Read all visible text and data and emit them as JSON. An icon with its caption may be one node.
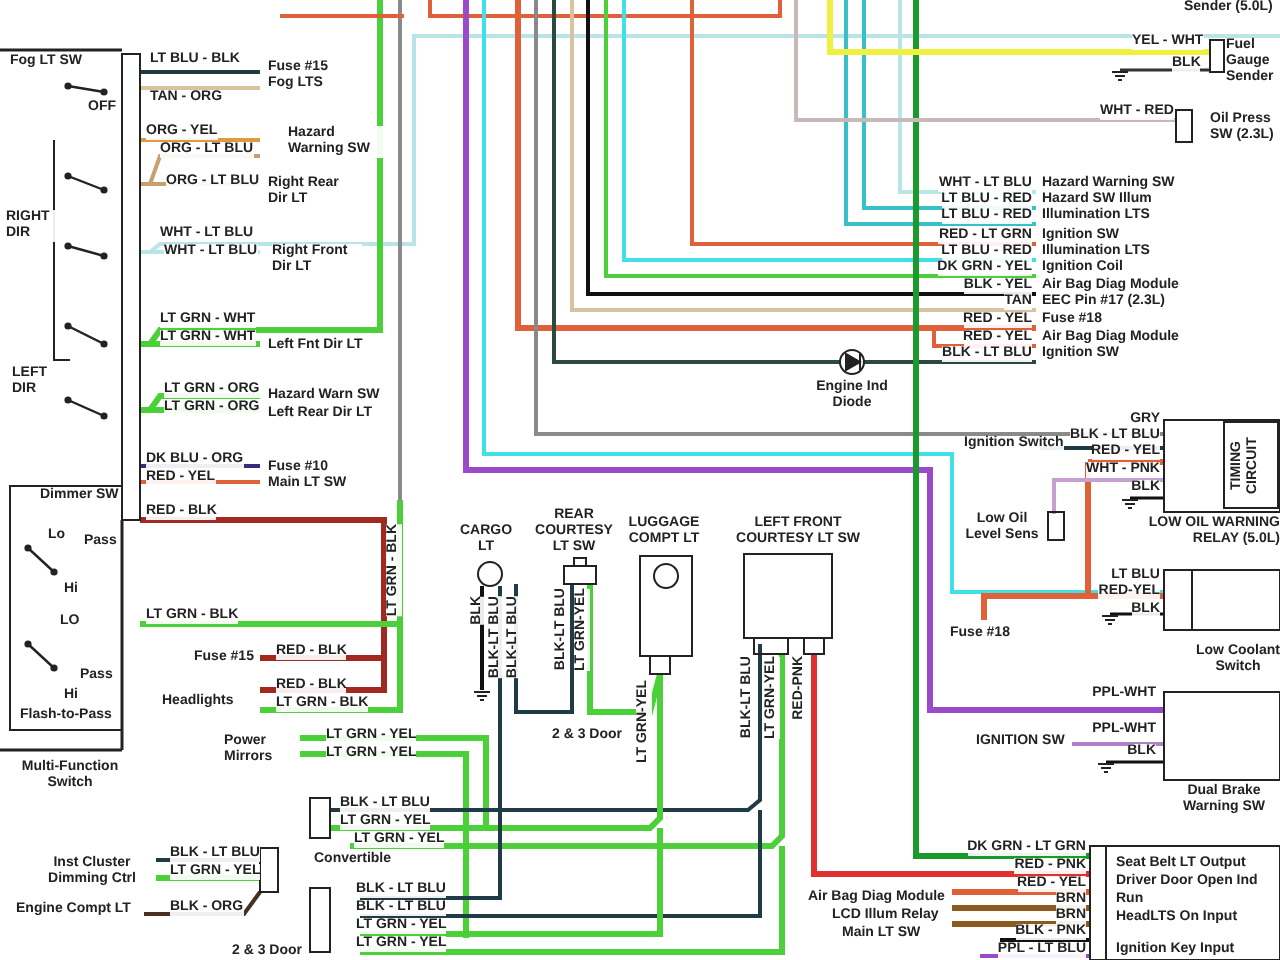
{
  "diagram": {
    "labels": [
      "Fog LT SW",
      "LT BLU - BLK",
      "Fuse #15",
      "Fog LTS",
      "OFF",
      "TAN - ORG",
      "ORG - YEL",
      "ORG - LT BLU",
      "Hazard Warning SW",
      "ORG - LT BLU",
      "Right Rear Dir LT",
      "RIGHT DIR",
      "WHT - LT BLU",
      "WHT - LT BLU",
      "Right Front Dir LT",
      "LT GRN - WHT",
      "LT GRN - WHT",
      "Left Fnt Dir LT",
      "LEFT DIR",
      "LT GRN - ORG",
      "Hazard Warn SW",
      "LT GRN - ORG",
      "Left Rear Dir LT",
      "DK BLU - ORG",
      "Fuse #10",
      "RED - YEL",
      "Main LT SW",
      "Dimmer SW",
      "RED - BLK",
      "Lo",
      "Pass",
      "LT GRN - BLK",
      "Hi",
      "LO",
      "LT GRN - BLK",
      "Fuse #15",
      "RED - BLK",
      "Pass",
      "RED - BLK",
      "Hi",
      "Headlights",
      "LT GRN - BLK",
      "Flash-to-Pass",
      "Power Mirrors",
      "LT GRN - YEL",
      "LT GRN - YEL",
      "Multi-Function Switch",
      "BLK - LT BLU",
      "LT GRN - YEL",
      "LT GRN - YEL",
      "Convertible",
      "Inst Cluster Dimming Ctrl",
      "BLK - LT BLU",
      "LT GRN - YEL",
      "BLK - LT BLU",
      "Engine Compt LT",
      "BLK - ORG",
      "BLK - LT BLU",
      "LT GRN - YEL",
      "LT GRN - YEL",
      "2 & 3 Door",
      "CARGO LT",
      "REAR COURTESY LT SW",
      "LUGGAGE COMPT LT",
      "LEFT FRONT COURTESY LT SW",
      "BLK",
      "BLK-LT BLU",
      "BLK-LT BLU",
      "BLK-LT BLU",
      "LT GRN-YEL",
      "2 & 3 Door",
      "LT GRN-YEL",
      "BLK-LT BLU",
      "LT GRN-YEL",
      "RED-PNK",
      "Engine Ind Diode",
      "Sender (5.0L)",
      "YEL - WHT",
      "Fuel Gauge Sender",
      "BLK",
      "WHT - RED",
      "Oil Press SW (2.3L)",
      "WHT - LT BLU",
      "Hazard Warning SW",
      "LT BLU - RED",
      "Hazard SW Illum",
      "LT BLU - RED",
      "Illumination LTS",
      "RED - LT GRN",
      "Ignition SW",
      "LT BLU - RED",
      "Illumination LTS",
      "DK GRN - YEL",
      "Ignition Coil",
      "BLK - YEL",
      "Air Bag Diag Module",
      "TAN",
      "EEC Pin #17 (2.3L)",
      "RED - YEL",
      "Fuse #18",
      "RED - YEL",
      "Air Bag Diag Module",
      "BLK - LT BLU",
      "Ignition SW",
      "GRY",
      "Ignition Switch",
      "BLK - LT BLU",
      "RED - YEL",
      "TIMING CIRCUIT",
      "WHT - PNK",
      "BLK",
      "Low Oil Level Sens",
      "LOW OIL WARNING RELAY (5.0L)",
      "LT BLU",
      "RED-YEL",
      "BLK",
      "Fuse #18",
      "Low Coolant Switch",
      "PPL-WHT",
      "PPL-WHT",
      "IGNITION SW",
      "BLK",
      "Dual Brake Warning SW",
      "DK GRN - LT GRN",
      "RED - PNK",
      "Seat Belt LT Output",
      "RED - YEL",
      "Driver Door Open Ind",
      "Air Bag Diag Module",
      "BRN",
      "Run",
      "LCD Illum Relay",
      "BRN",
      "HeadLTS On Input",
      "Main LT SW",
      "BLK - PNK",
      "PPL - LT BLU",
      "Ignition Key Input"
    ]
  }
}
